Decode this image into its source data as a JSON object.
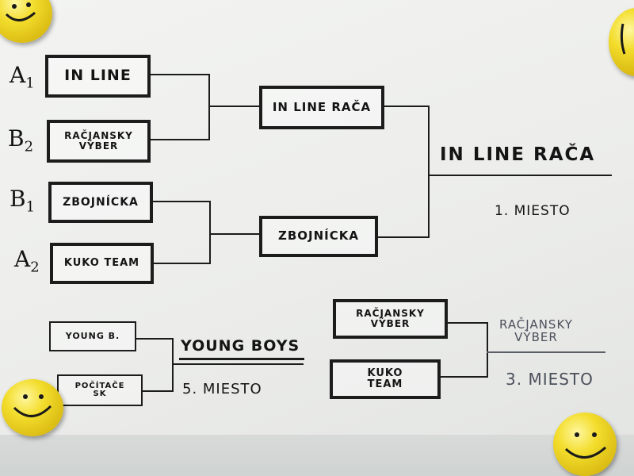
{
  "bracket": {
    "seeds": {
      "a1": {
        "letter": "A",
        "num": "1"
      },
      "b2": {
        "letter": "B",
        "num": "2"
      },
      "b1": {
        "letter": "B",
        "num": "1"
      },
      "a2": {
        "letter": "A",
        "num": "2"
      }
    },
    "quarterfinals": {
      "team1": "IN LINE",
      "team2": "RAČJANSKY\nVÝBER",
      "team3": "ZBOJNÍCKA",
      "team4": "KUKO TEAM"
    },
    "semifinals": {
      "top": "IN LINE RAČA",
      "bottom": "ZBOJNÍCKA"
    },
    "final": {
      "winner": "IN LINE RAČA",
      "place": "1. MIESTO"
    }
  },
  "fifth_place": {
    "team1": "YOUNG B.",
    "team2": "POČÍTAČE\nSK",
    "winner": "YOUNG BOYS",
    "place": "5. MIESTO"
  },
  "third_place": {
    "team1": "RAČJANSKY\nVÝBER",
    "team2": "KUKO\nTEAM",
    "winner": "RAČJANSKY\nVÝBER",
    "place": "3. MIESTO"
  },
  "colors": {
    "ink": "#1c1c1c",
    "paper": "#f0f1ef",
    "magnet": "#f3dd2c"
  },
  "icons": [
    "smiley-magnet-icon"
  ]
}
